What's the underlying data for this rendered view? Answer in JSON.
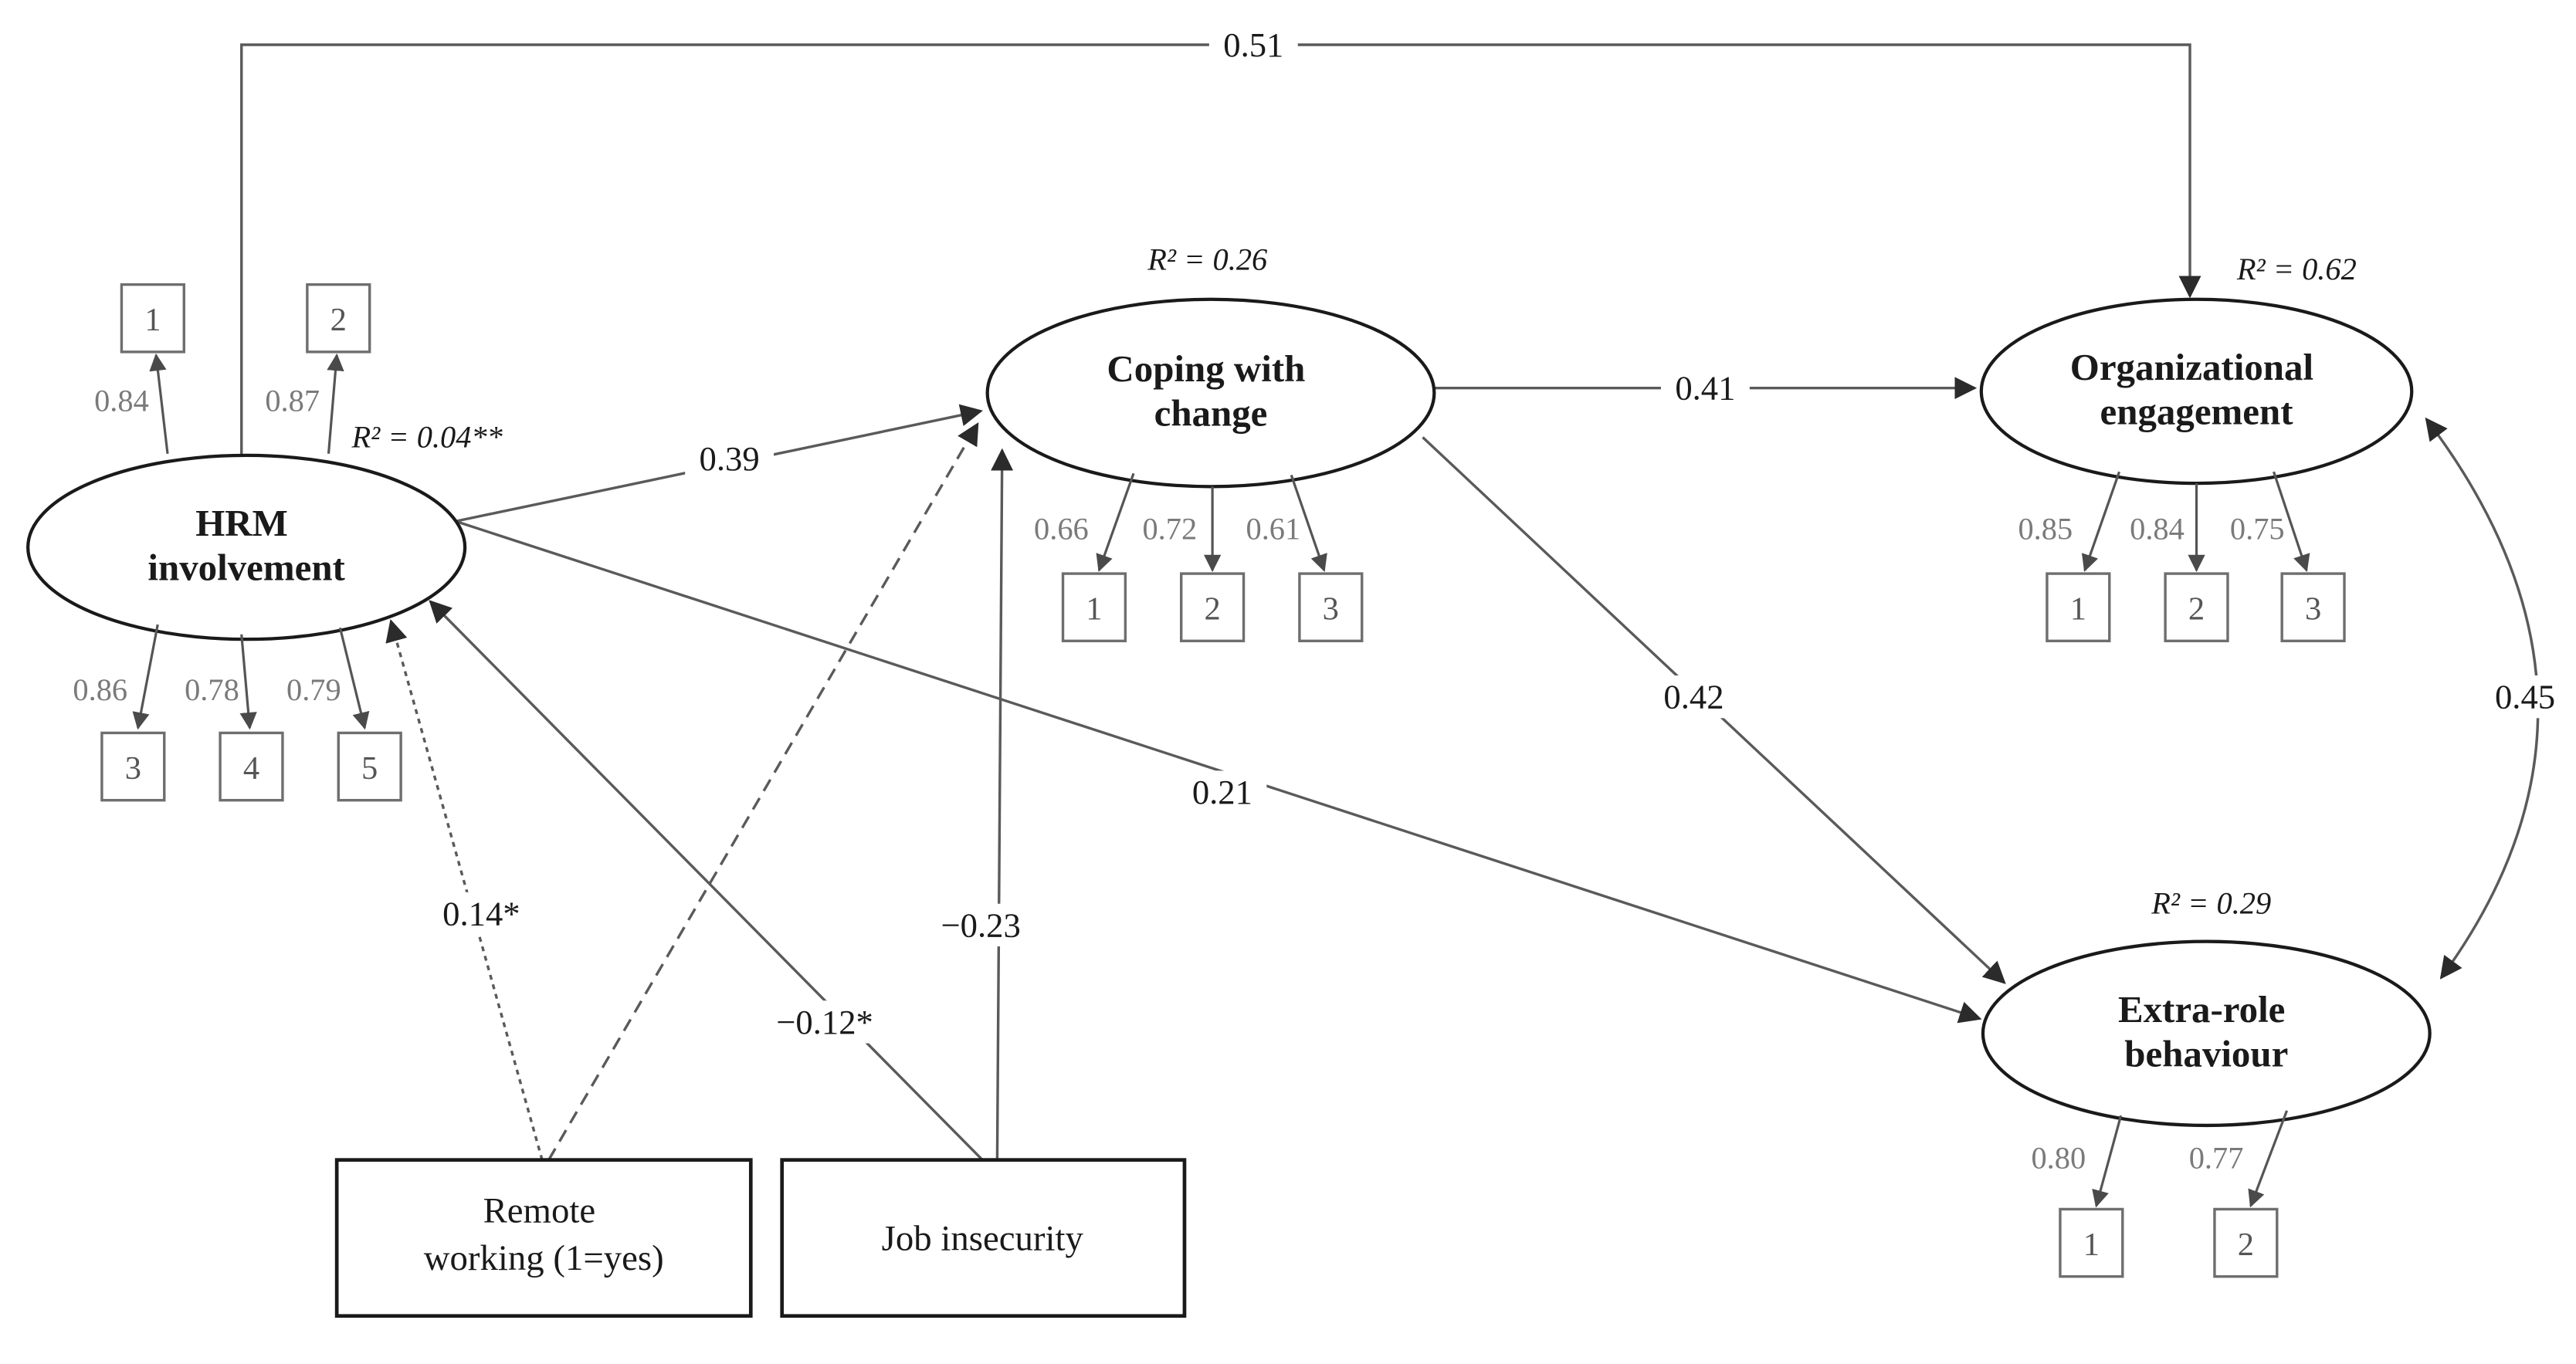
{
  "nodes": {
    "hrm": {
      "lines": [
        "HRM",
        "involvement"
      ],
      "r2": "R² = 0.04**"
    },
    "coping": {
      "lines": [
        "Coping with",
        "change"
      ],
      "r2": "R² = 0.26"
    },
    "org": {
      "lines": [
        "Organizational",
        "engagement"
      ],
      "r2": "R² = 0.62"
    },
    "extra": {
      "lines": [
        "Extra-role",
        "behaviour"
      ],
      "r2": "R² = 0.29"
    },
    "remote": {
      "lines": [
        "Remote",
        "working (1=yes)"
      ]
    },
    "job": {
      "lines": [
        "Job insecurity"
      ]
    }
  },
  "paths": {
    "hrm_org": "0.51",
    "hrm_coping": "0.39",
    "coping_org": "0.41",
    "coping_extra": "0.42",
    "hrm_extra": "0.21",
    "remote_hrm": "0.14*",
    "job_hrm": "−0.12*",
    "job_coping": "−0.23",
    "org_extra_cov": "0.45"
  },
  "indicators": {
    "hrm_top": [
      {
        "label": "1",
        "loading": "0.84"
      },
      {
        "label": "2",
        "loading": "0.87"
      }
    ],
    "hrm_bottom": [
      {
        "label": "3",
        "loading": "0.86"
      },
      {
        "label": "4",
        "loading": "0.78"
      },
      {
        "label": "5",
        "loading": "0.79"
      }
    ],
    "coping": [
      {
        "label": "1",
        "loading": "0.66"
      },
      {
        "label": "2",
        "loading": "0.72"
      },
      {
        "label": "3",
        "loading": "0.61"
      }
    ],
    "org": [
      {
        "label": "1",
        "loading": "0.85"
      },
      {
        "label": "2",
        "loading": "0.84"
      },
      {
        "label": "3",
        "loading": "0.75"
      }
    ],
    "extra": [
      {
        "label": "1",
        "loading": "0.80"
      },
      {
        "label": "2",
        "loading": "0.77"
      }
    ]
  },
  "colors": {
    "stroke_dark": "#1a1a1a",
    "line_gray": "#5a5a5a",
    "loading_gray": "#7a7a7a",
    "background": "#ffffff"
  }
}
